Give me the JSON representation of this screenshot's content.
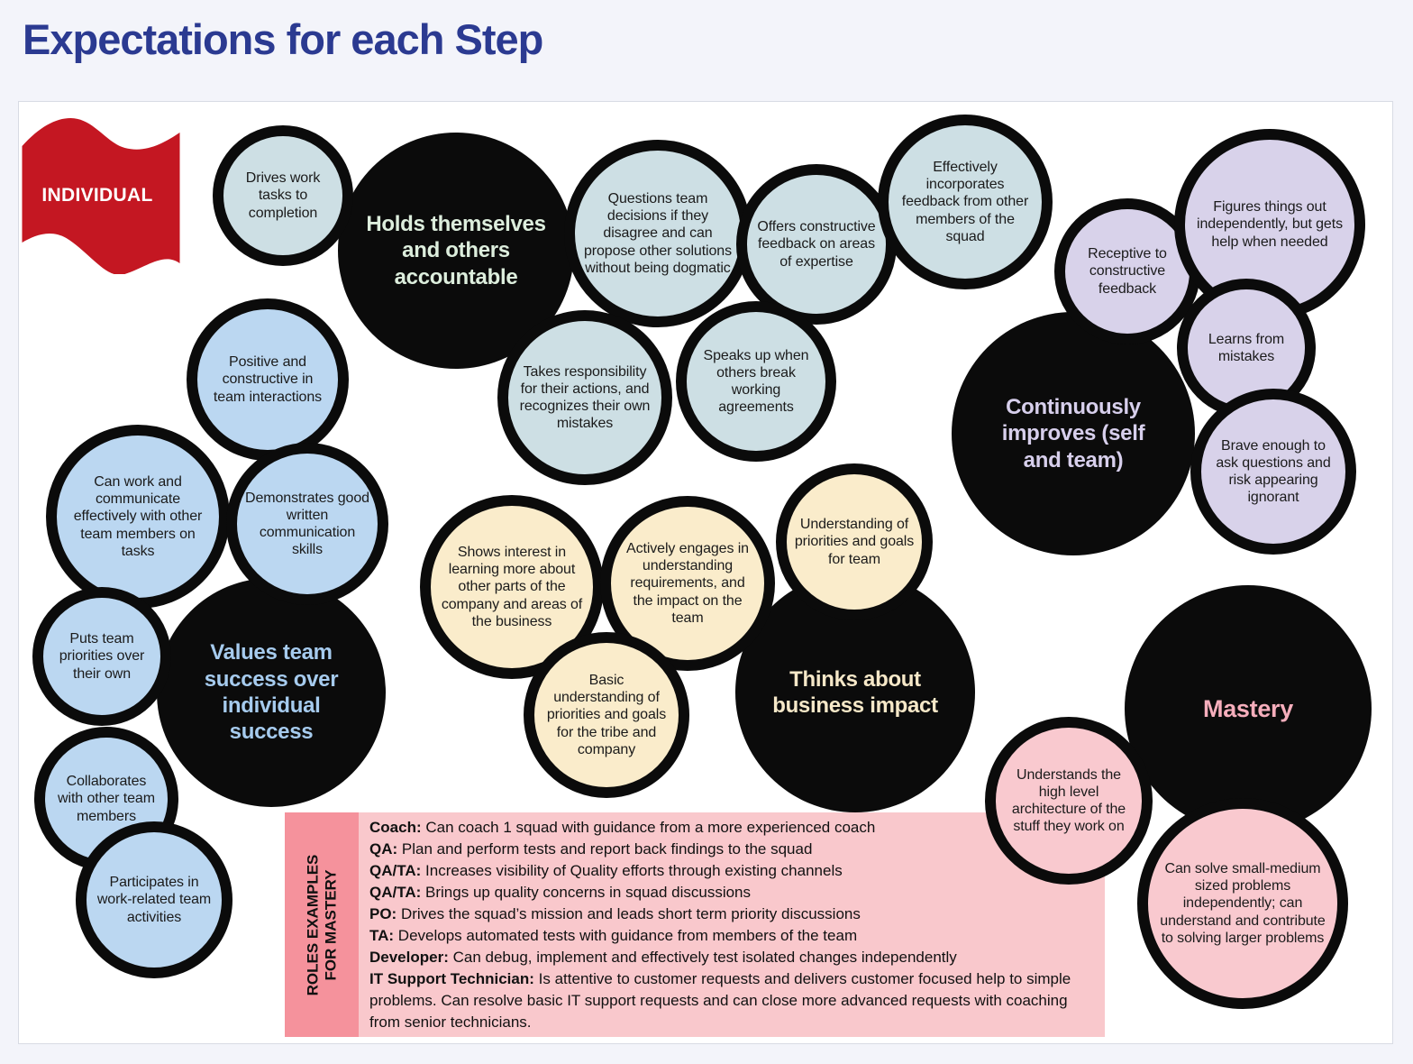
{
  "page_title": "Expectations for each Step",
  "flag": {
    "label": "INDIVIDUAL"
  },
  "colors": {
    "title": "#2b3a91",
    "flag_red": "#c41722",
    "circle_black": "#0b0b0b",
    "teal_fill": "#cddfe4",
    "blue_fill": "#bbd7f1",
    "lavender_fill": "#d8d2ea",
    "cream_fill": "#faeccb",
    "pink_fill": "#f9c9cf",
    "roles_box_bg": "#f9c8cc",
    "roles_sidebar_bg": "#f5929c"
  },
  "headings": {
    "accountable": "Holds themselves and others accountable",
    "continuously_improves": "Continuously improves (self and team)",
    "values_team": "Values team success over individual success",
    "business_impact": "Thinks about business impact",
    "mastery": "Mastery"
  },
  "bubbles": {
    "drives_work": "Drives work tasks to completion",
    "questions_team": "Questions team decisions if they disagree and can propose other solutions without being dogmatic",
    "offers_feedback": "Offers constructive feedback on areas of expertise",
    "effectively_incorporates": "Effectively incorporates feedback from other members of the squad",
    "takes_responsibility": "Takes responsibility for their actions, and recognizes their own mistakes",
    "speaks_up": "Speaks up when others break working agreements",
    "receptive_feedback": "Receptive to constructive feedback",
    "figures_things_out": "Figures things out independently, but gets help when needed",
    "learns_from_mistakes": "Learns from mistakes",
    "brave_enough": "Brave enough to ask questions and risk appearing ignorant",
    "positive_constructive": "Positive and constructive in team interactions",
    "can_work_communicate": "Can work and communicate effectively with other team members on tasks",
    "demonstrates_written": "Demonstrates good written communication skills",
    "puts_team_priorities": "Puts team priorities over their own",
    "collaborates": "Collaborates with other team members",
    "participates": "Participates in work-related team activities",
    "shows_interest": "Shows interest in learning more about other parts of the company and areas of the business",
    "actively_engages": "Actively engages in understanding requirements, and the impact on the team",
    "understanding_priorities": "Understanding of priorities and goals for team",
    "basic_understanding": "Basic understanding of priorities and goals for the tribe and company",
    "understands_architecture": "Understands the high level architecture of the stuff they work on",
    "can_solve_problems": "Can solve small-medium sized problems independently; can understand and contribute to solving larger problems"
  },
  "roles_box": {
    "sidebar_line1": "ROLES EXAMPLES",
    "sidebar_line2": "FOR MASTERY",
    "items": [
      {
        "role": "Coach:",
        "text": "Can coach 1 squad with guidance from a more experienced coach"
      },
      {
        "role": "QA:",
        "text": "Plan and perform tests and report back findings to the squad"
      },
      {
        "role": "QA/TA:",
        "text": "Increases visibility of Quality efforts through existing channels"
      },
      {
        "role": "QA/TA:",
        "text": "Brings up quality concerns in squad discussions"
      },
      {
        "role": "PO:",
        "text": "Drives the squad’s mission and leads short term priority discussions"
      },
      {
        "role": "TA:",
        "text": "Develops automated tests with guidance from members of the team"
      },
      {
        "role": "Developer:",
        "text": "Can debug, implement and effectively test isolated changes independently"
      },
      {
        "role": "IT Support Technician:",
        "text": "Is attentive to customer requests and delivers customer focused help to simple problems. Can resolve basic IT support requests and can close more advanced requests with coaching from senior technicians."
      }
    ]
  }
}
